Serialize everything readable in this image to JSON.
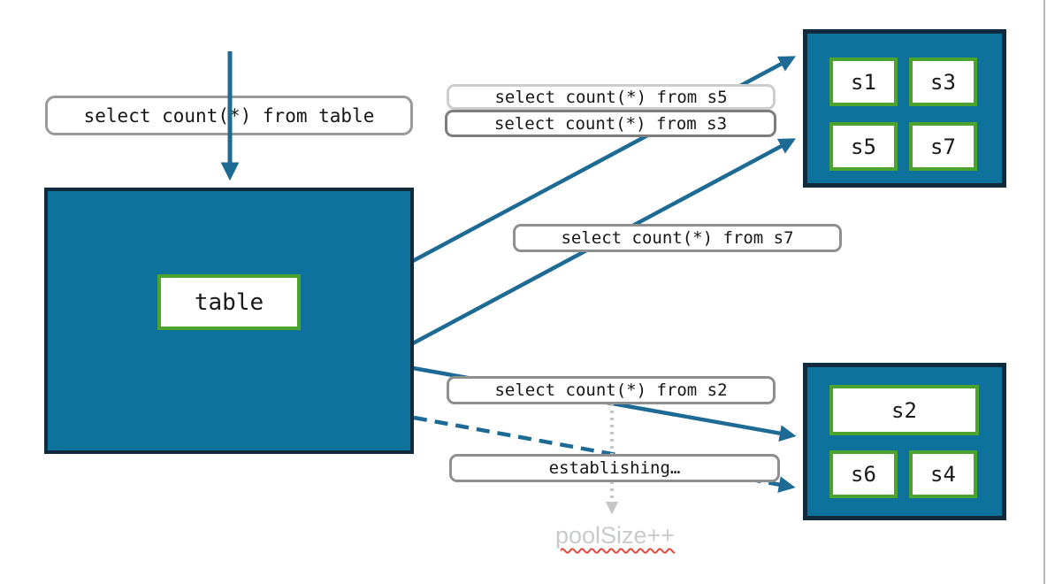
{
  "table_box": {
    "label": "table"
  },
  "query_labels": {
    "from_table": "select count(*) from table",
    "from_s5": "select count(*) from s5",
    "from_s3": "select count(*) from s3",
    "from_s7": "select count(*) from s7",
    "from_s2": "select count(*) from s2",
    "establishing": "establishing…"
  },
  "pool_top": {
    "slots": [
      "s1",
      "s3",
      "s5",
      "s7"
    ]
  },
  "pool_bottom": {
    "wide_slot": "s2",
    "slots": [
      "s6",
      "s4"
    ]
  },
  "note": {
    "pool_size": "poolSize++"
  },
  "colors": {
    "box_fill_teal": "#0E739C",
    "box_border_dark": "#0F2B3D",
    "slot_border_green": "#4CA32E",
    "arrow_blue": "#1D6A94",
    "label_border_gray": "#8F8F8F",
    "muted_text_gray": "#C8CACC",
    "squiggle_red": "#E0493B"
  }
}
